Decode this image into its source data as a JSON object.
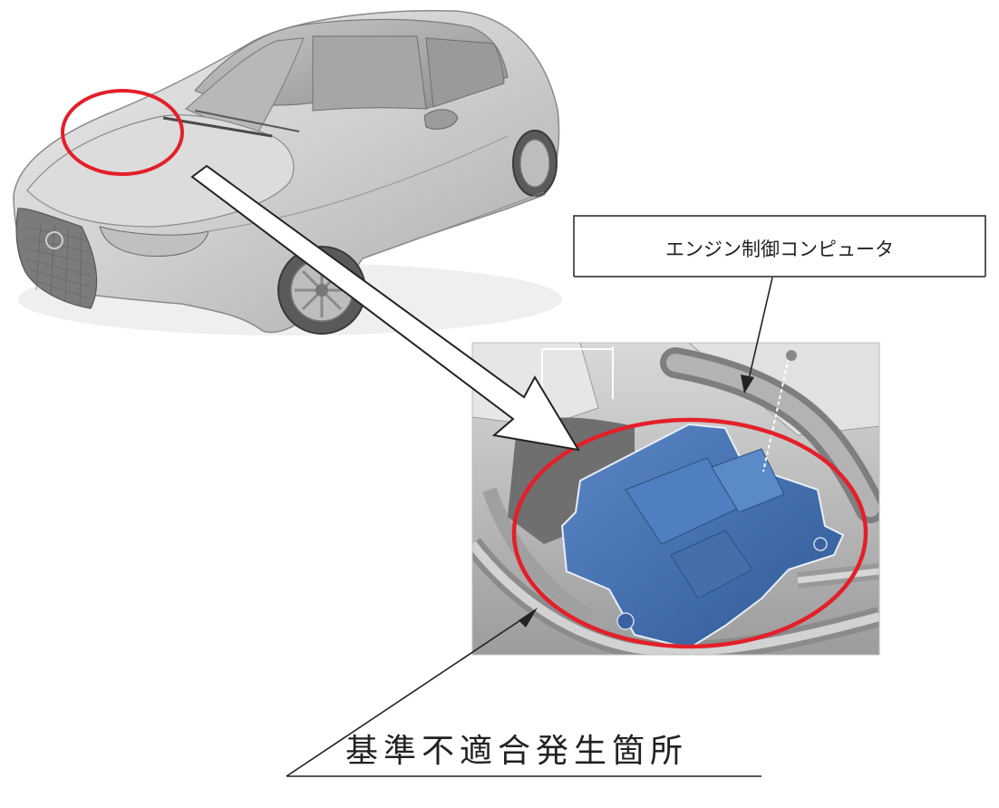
{
  "labels": {
    "ecu_label": "エンジン制御コンピュータ",
    "location_label": "基準不適合発生箇所"
  },
  "colors": {
    "highlight_circle": "#e3202a",
    "ecu_part": "#3f6fb0",
    "car_body": "#d4d4d4",
    "line": "#222222"
  },
  "icons": {
    "car": "car-illustration",
    "engine_bay": "engine-bay-illustration"
  }
}
